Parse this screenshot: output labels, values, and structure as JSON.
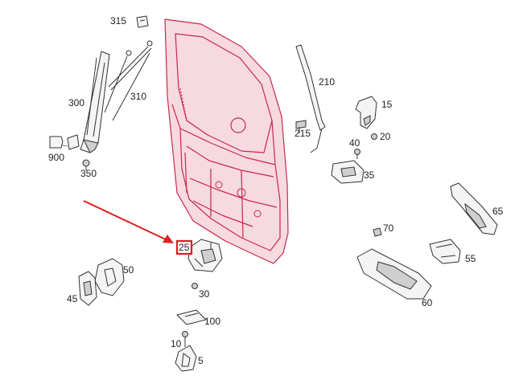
{
  "colors": {
    "door_outline": "#c8294d",
    "door_fill": "#f7d9e0",
    "highlight": "#d42020",
    "arrow": "#e02020",
    "part_outline": "#333333"
  },
  "labels": {
    "p315": "315",
    "p310": "310",
    "p300": "300",
    "p900": "900",
    "p350": "350",
    "p210": "210",
    "p215": "215",
    "p15": "15",
    "p20": "20",
    "p40": "40",
    "p35": "35",
    "p65": "65",
    "p70": "70",
    "p55": "55",
    "p60": "60",
    "p25": "25",
    "p30": "30",
    "p50": "50",
    "p45": "45",
    "p100": "100",
    "p10": "10",
    "p5": "5"
  },
  "highlighted_part": "25"
}
